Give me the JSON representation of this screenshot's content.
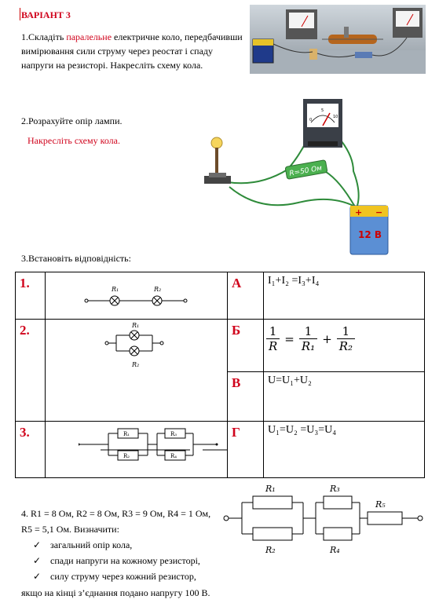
{
  "variant_title": "ВАРІАНТ 3",
  "task1": {
    "num": "1.Складіть ",
    "highlight": "паралельне",
    "rest": " електричне коло, передбачивши вимірювання сили струму через реостат і спаду напруги на резисторі. Накресліть схему кола."
  },
  "task2": {
    "line1": "2.Розрахуйте  опір  лампи.",
    "line2": "Накресліть схему кола.",
    "resistor_label": "R=50 Ом",
    "battery_label": "12 В",
    "battery_plus": "+",
    "battery_minus": "−",
    "meter_scale": [
      "0",
      "5",
      "10"
    ]
  },
  "task3": {
    "title": "3.Встановіть відповідність:",
    "rows": [
      {
        "num": "1.",
        "letter": "А",
        "formula": "I₁+I₂ =I₃+I₄"
      },
      {
        "num": "2.",
        "letter": "Б",
        "formula": ""
      },
      {
        "num": "",
        "letter": "В",
        "formula": "U=U₁+U₂"
      },
      {
        "num": "3.",
        "letter": "Г",
        "formula": "U₁=U₂ =U₃=U₄"
      }
    ],
    "formula_b": {
      "lhs_n": "1",
      "lhs_d": "R",
      "eq": "=",
      "t1_n": "1",
      "t1_d": "R₁",
      "plus": "+",
      "t2_n": "1",
      "t2_d": "R₂"
    },
    "circuit_labels": {
      "c1": [
        "R₁",
        "R₂"
      ],
      "c2": [
        "R₁",
        "R₂"
      ],
      "c3": [
        "R₁",
        "R₂",
        "R₃",
        "R₄"
      ]
    }
  },
  "task4": {
    "line1": "4. R1 = 8 Ом, R2 = 8 Ом, R3 = 9 Ом, R4 = 1 Ом,",
    "line2": "R5 = 5,1 Ом. Визначити:",
    "items": [
      "загальний опір кола,",
      "спади напруги на  кожному  резисторі,",
      "силу струму через кожний резистор,"
    ],
    "tick": "✓",
    "last": "якщо  на кінці з’єднання подано напругу 100 В.",
    "circuit_labels": [
      "R₁",
      "R₂",
      "R₃",
      "R₄",
      "R₅"
    ]
  }
}
